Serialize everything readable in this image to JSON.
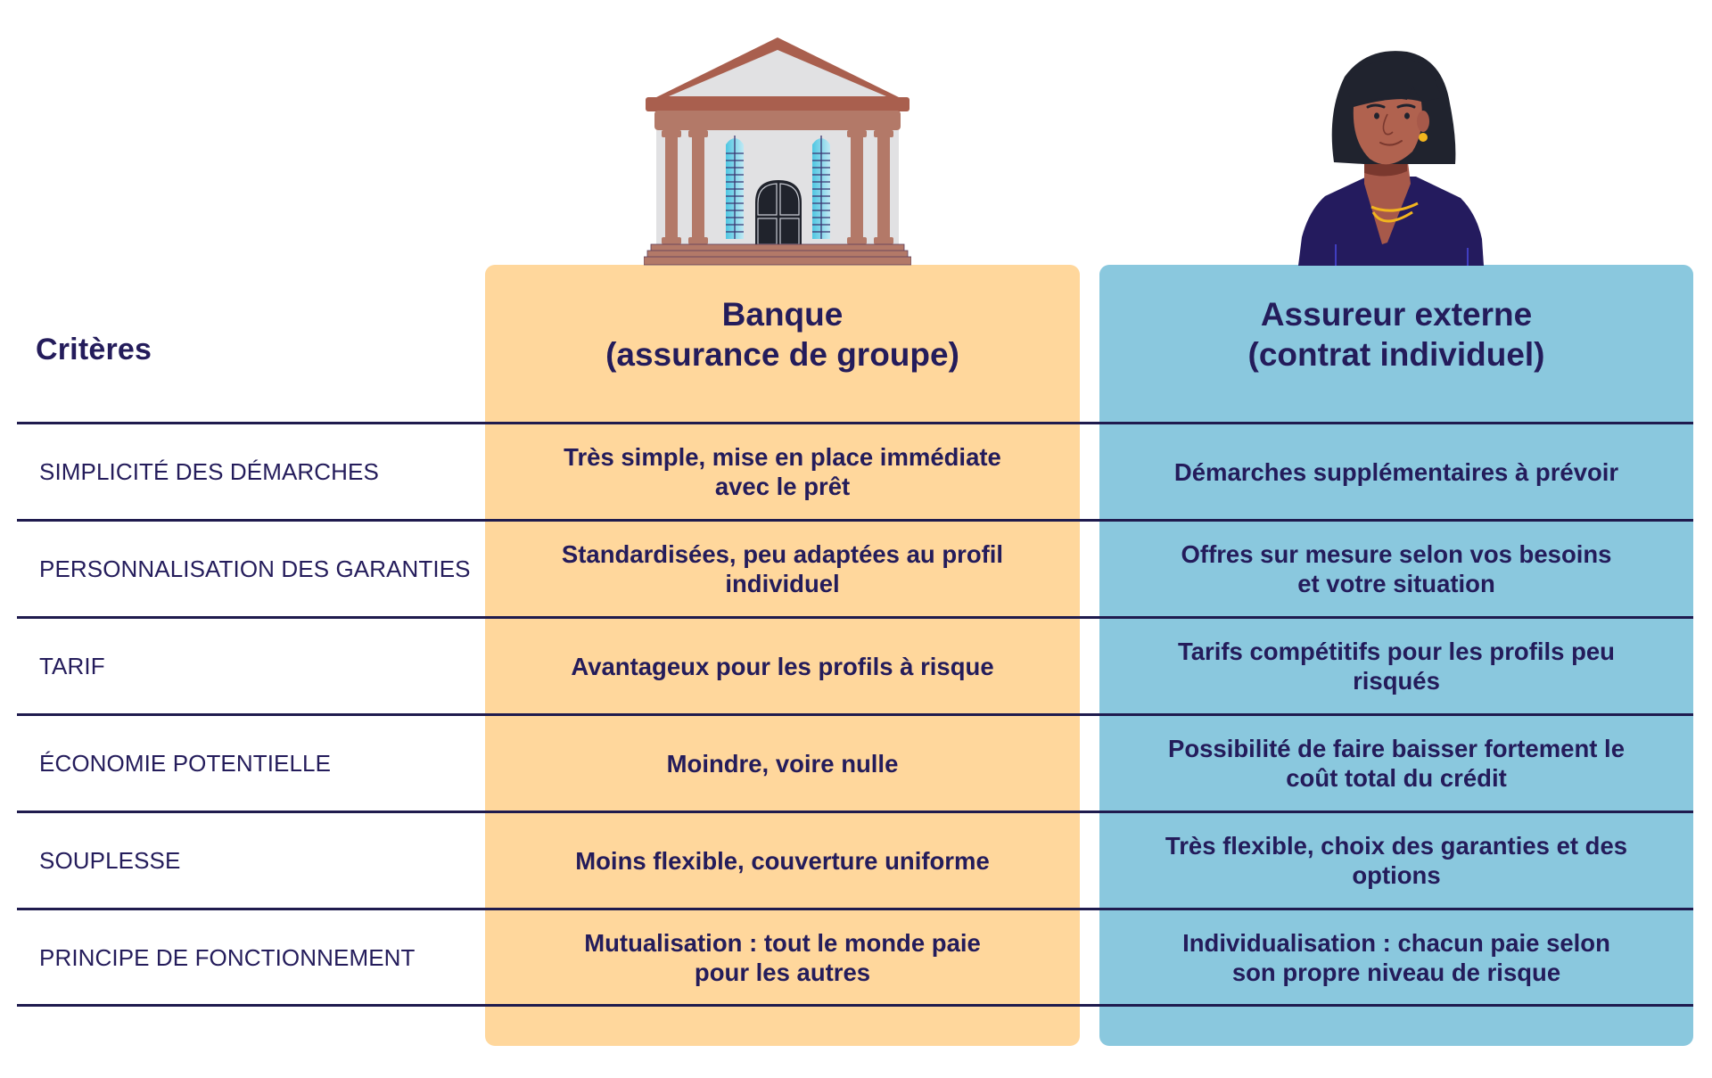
{
  "header": {
    "criteria_title": "Critères",
    "columns": [
      {
        "id": "bank",
        "title_line1": "Banque",
        "title_line2": "(assurance de groupe)",
        "illustration": "bank-building-icon",
        "color": "#FFD79C"
      },
      {
        "id": "insurer",
        "title_line1": "Assureur externe",
        "title_line2": "(contrat individuel)",
        "illustration": "woman-portrait-icon",
        "color": "#8AC8DE"
      }
    ]
  },
  "rows": [
    {
      "criterion": "SIMPLICITÉ DES DÉMARCHES",
      "bank": [
        "Très simple, mise en place immédiate",
        "avec le prêt"
      ],
      "insurer": [
        "Démarches supplémentaires à prévoir"
      ]
    },
    {
      "criterion": "PERSONNALISATION DES GARANTIES",
      "bank": [
        "Standardisées, peu adaptées au profil",
        "individuel"
      ],
      "insurer": [
        "Offres sur mesure selon vos besoins",
        "et votre situation"
      ]
    },
    {
      "criterion": "TARIF",
      "bank": [
        "Avantageux pour les profils à risque"
      ],
      "insurer": [
        "Tarifs compétitifs pour les profils peu",
        "risqués"
      ]
    },
    {
      "criterion": "ÉCONOMIE POTENTIELLE",
      "bank": [
        "Moindre, voire nulle"
      ],
      "insurer": [
        "Possibilité de faire baisser fortement le",
        "coût total du crédit"
      ]
    },
    {
      "criterion": "SOUPLESSE",
      "bank": [
        "Moins flexible, couverture uniforme"
      ],
      "insurer": [
        "Très flexible, choix des garanties et des",
        "options"
      ]
    },
    {
      "criterion": "PRINCIPE DE FONCTIONNEMENT",
      "bank": [
        "Mutualisation : tout le monde paie",
        "pour les autres"
      ],
      "insurer": [
        "Individualisation : chacun paie selon",
        "son propre niveau de risque"
      ]
    }
  ],
  "colors": {
    "text": "#241C5B",
    "divider": "#1F1B4E",
    "bank_panel": "#FFD79C",
    "insurer_panel": "#8AC8DE"
  }
}
